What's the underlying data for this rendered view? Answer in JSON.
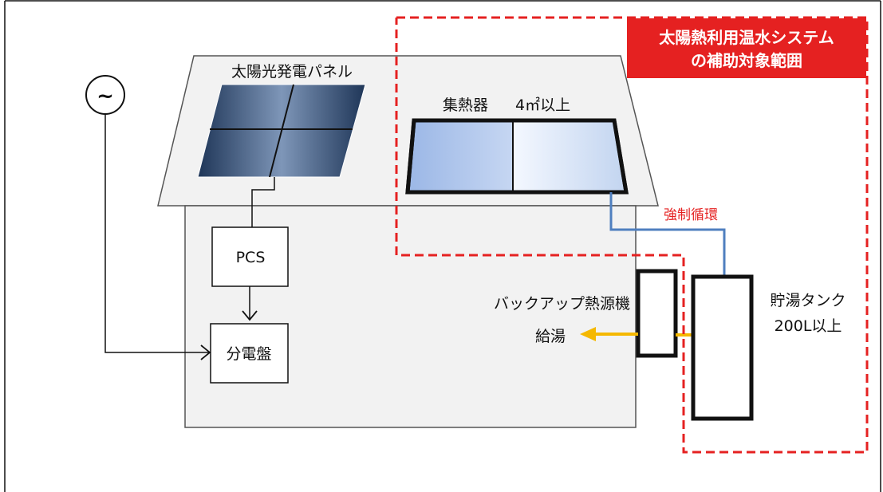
{
  "diagram": {
    "ac_source_symbol": "~",
    "solar_panel_label": "太陽光発電パネル",
    "collector_label": "集熱器",
    "collector_size": "4㎡以上",
    "forced_circulation_label": "強制循環",
    "pcs_label": "PCS",
    "distribution_board_label": "分電盤",
    "backup_heater_label": "バックアップ熱源機",
    "hot_water_supply_label": "給湯",
    "tank_label_line1": "貯湯タンク",
    "tank_label_line2": "200L以上",
    "subsidy_scope_line1": "太陽熱利用温水システム",
    "subsidy_scope_line2": "の補助対象範囲"
  },
  "colors": {
    "scope_red": "#e52121",
    "pipe_blue": "#4f7fbf",
    "hot_water_arrow": "#f5b800",
    "house_fill": "#f2f2f2"
  }
}
